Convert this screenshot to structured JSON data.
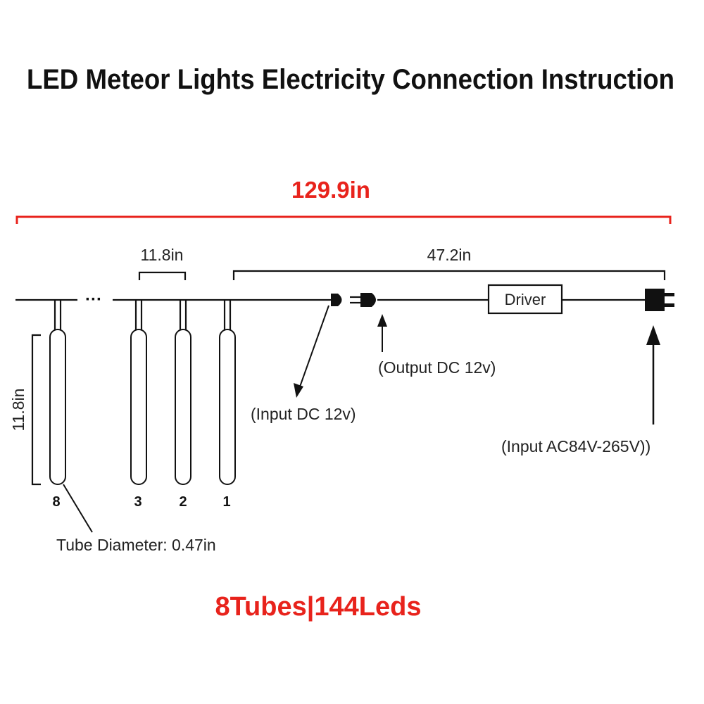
{
  "title": "LED Meteor Lights Electricity Connection Instruction",
  "total_length": "129.9in",
  "spacing_label": "11.8in",
  "cable_length": "47.2in",
  "tube_length": "11.8in",
  "ellipsis": "···",
  "driver_label": "Driver",
  "tube_numbers": [
    "8",
    "3",
    "2",
    "1"
  ],
  "labels": {
    "input_dc": "(Input DC 12v)",
    "output_dc": "(Output DC 12v)",
    "input_ac": "(Input  AC84V-265V))",
    "tube_diameter": "Tube Diameter: 0.47in"
  },
  "footer": "8Tubes|144Leds",
  "colors": {
    "accent": "#e8231c",
    "ink": "#111111"
  }
}
